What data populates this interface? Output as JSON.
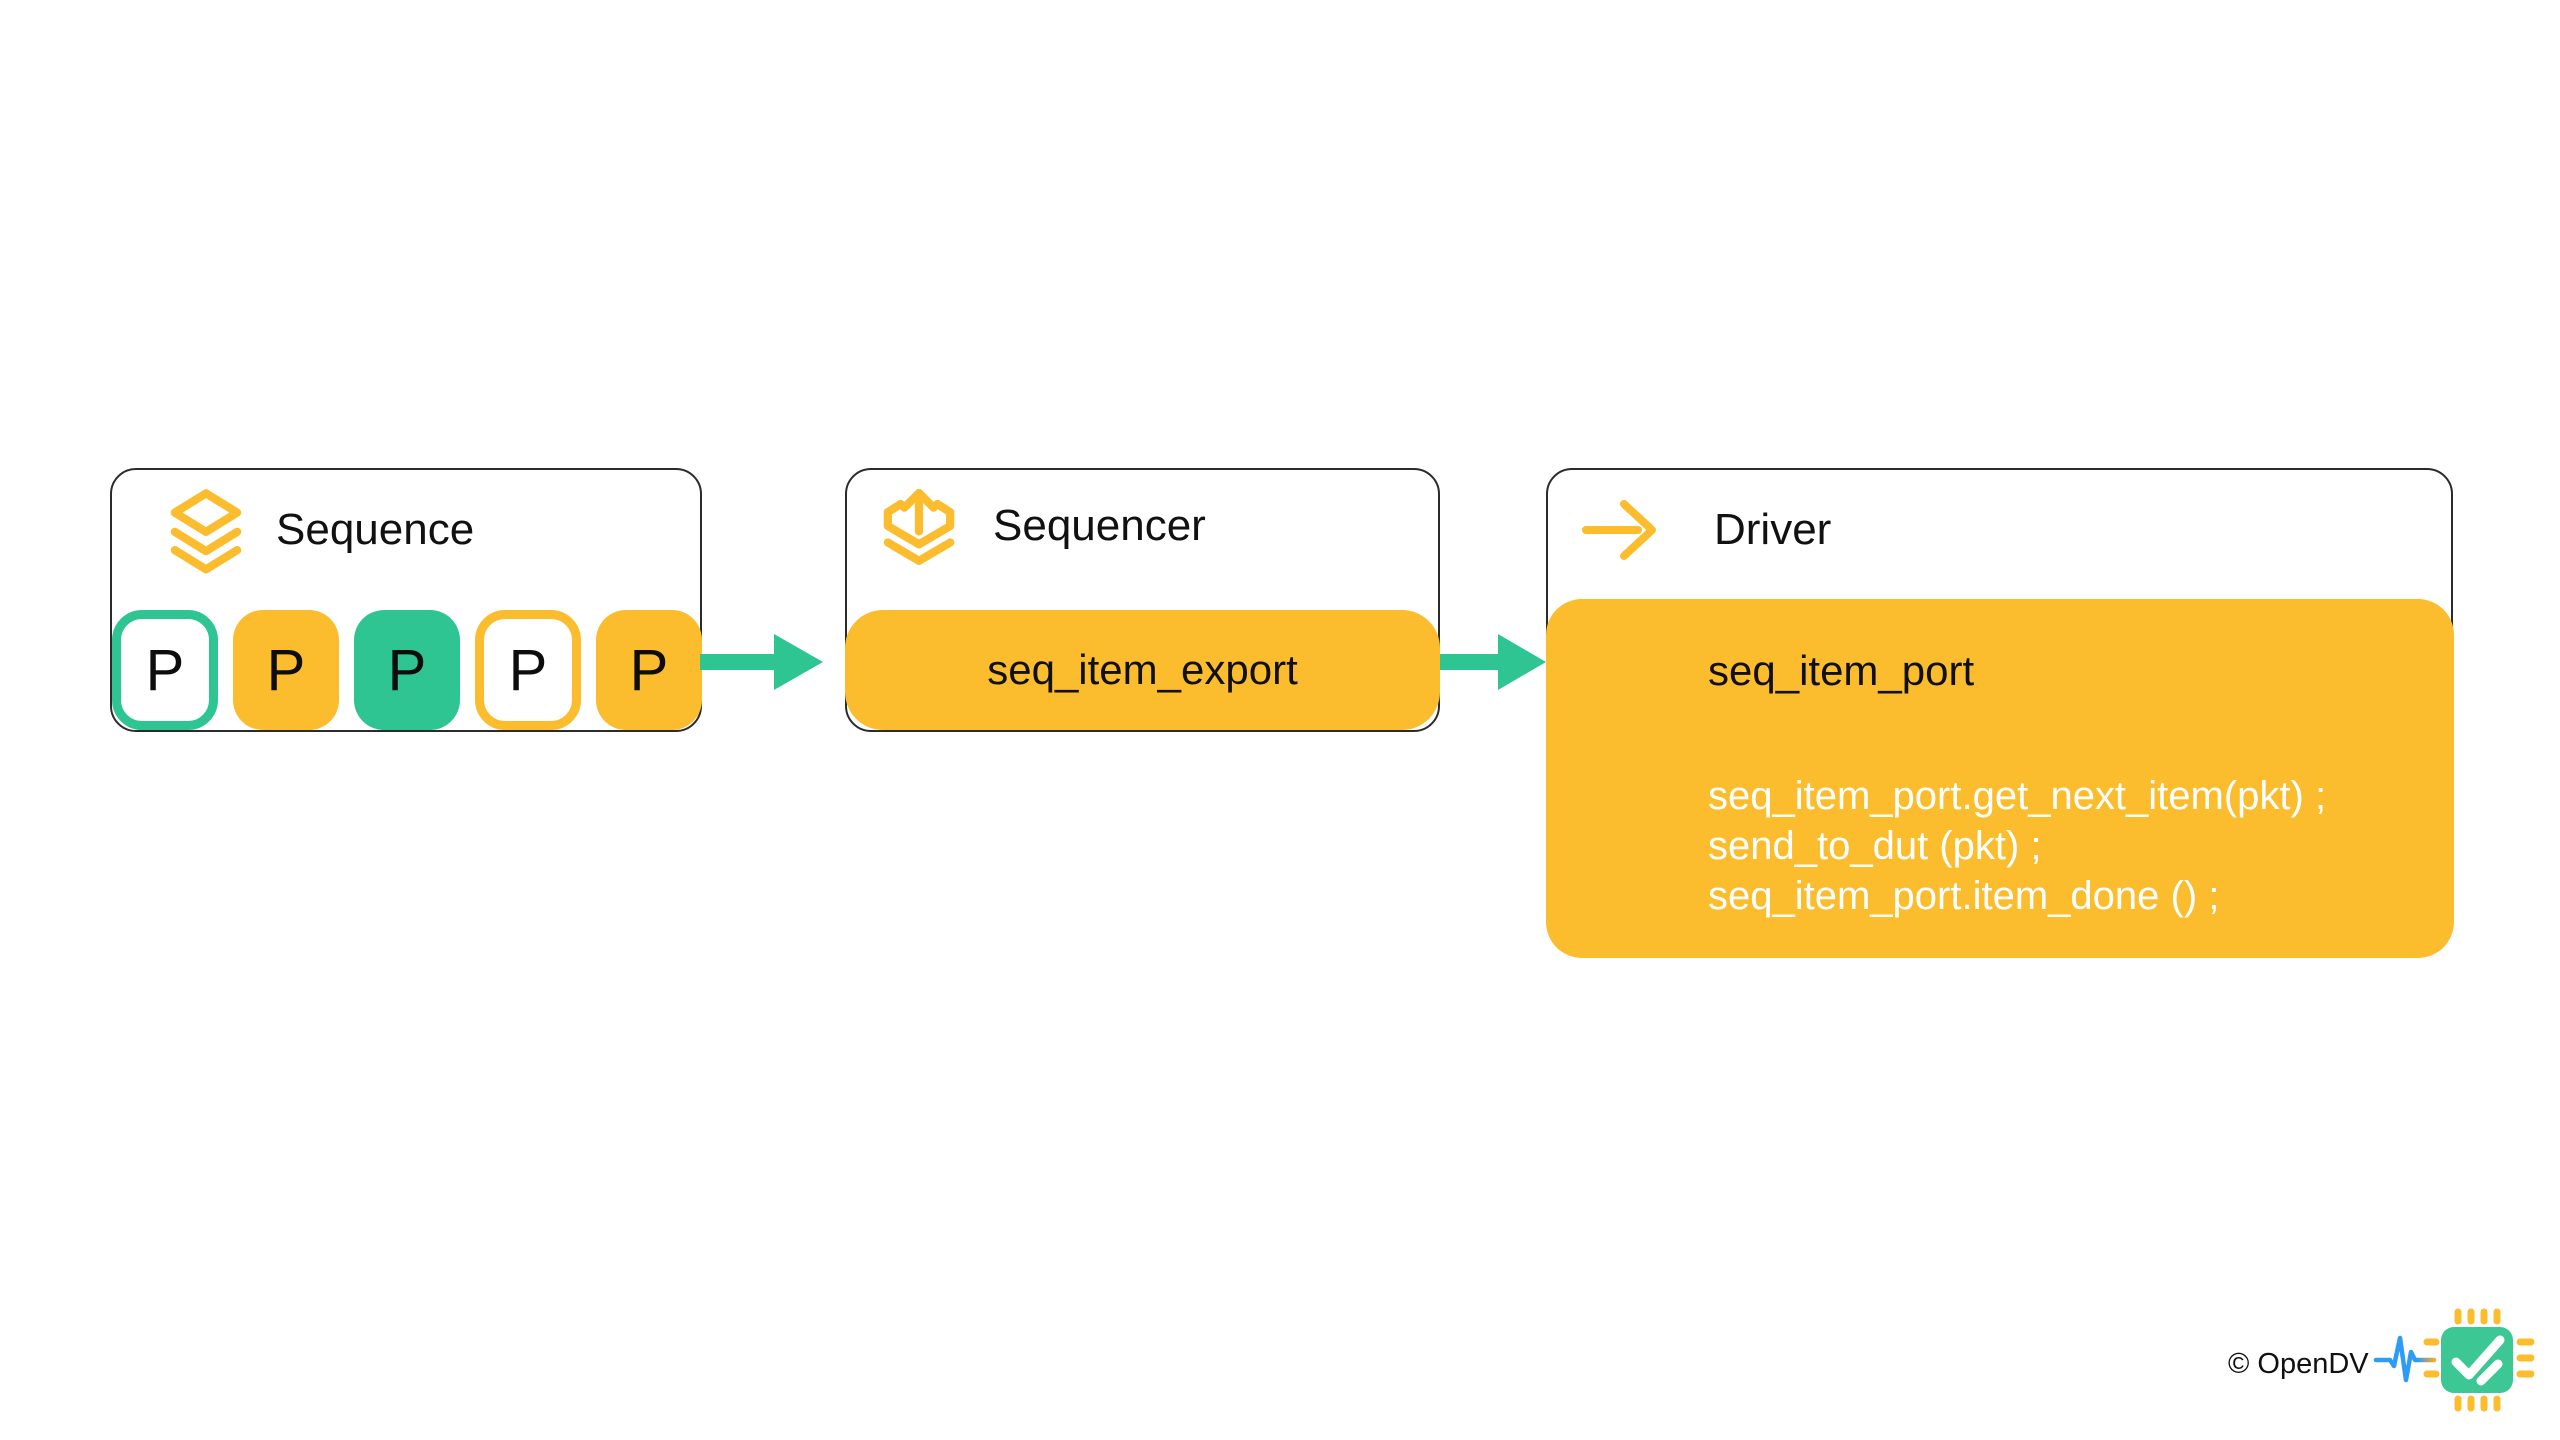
{
  "diagram": {
    "nodes": {
      "sequence": {
        "title": "Sequence",
        "icon": "layers-icon",
        "packets": [
          {
            "label": "P",
            "variant": "white-with-green-outline"
          },
          {
            "label": "P",
            "variant": "yellow-fill"
          },
          {
            "label": "P",
            "variant": "green-fill"
          },
          {
            "label": "P",
            "variant": "white-with-yellow-outline"
          },
          {
            "label": "P",
            "variant": "yellow-fill"
          }
        ]
      },
      "sequencer": {
        "title": "Sequencer",
        "icon": "upload-layers-icon",
        "port": {
          "label": "seq_item_export"
        }
      },
      "driver": {
        "title": "Driver",
        "icon": "arrow-right-icon",
        "port": {
          "label": "seq_item_port"
        },
        "code_lines": [
          "seq_item_port.get_next_item(pkt) ;",
          "send_to_dut (pkt) ;",
          "seq_item_port.item_done () ;"
        ]
      }
    },
    "connections": [
      {
        "from": "Sequence",
        "to": "Sequencer",
        "style": "green-arrow"
      },
      {
        "from": "Sequencer",
        "to": "Driver",
        "style": "green-arrow"
      }
    ],
    "colors": {
      "accent_yellow": "#FBBC2D",
      "accent_green": "#2EC592",
      "chip_green": "#3CC795",
      "waveform_blue": "#2E9CF4",
      "waveform_fade_orange": "#F9A825",
      "box_border": "#2B2B2B",
      "text_dark": "#111111",
      "code_text": "#FFFFFF",
      "background": "#FFFFFF"
    },
    "footer": {
      "copyright": "© OpenDV",
      "logo": "opendv-chip-logo"
    }
  }
}
